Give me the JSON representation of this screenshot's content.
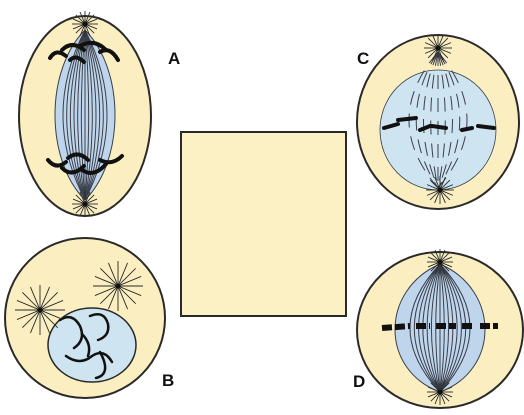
{
  "colors": {
    "cytoplasm": "#FBEFC2",
    "cell_outline": "#2a2a2a",
    "nucleus": "#CFE4F1",
    "spindle_fill": "#BFD5EC",
    "spindle_lines": "#3a3f4a",
    "chromosome": "#111111",
    "blank_panel": "#FCF1C4"
  },
  "labels": {
    "a": "A",
    "b": "B",
    "c": "C",
    "d": "D"
  },
  "icons": {
    "centrosome": "aster-icon",
    "chromosome": "chromosome-icon"
  }
}
